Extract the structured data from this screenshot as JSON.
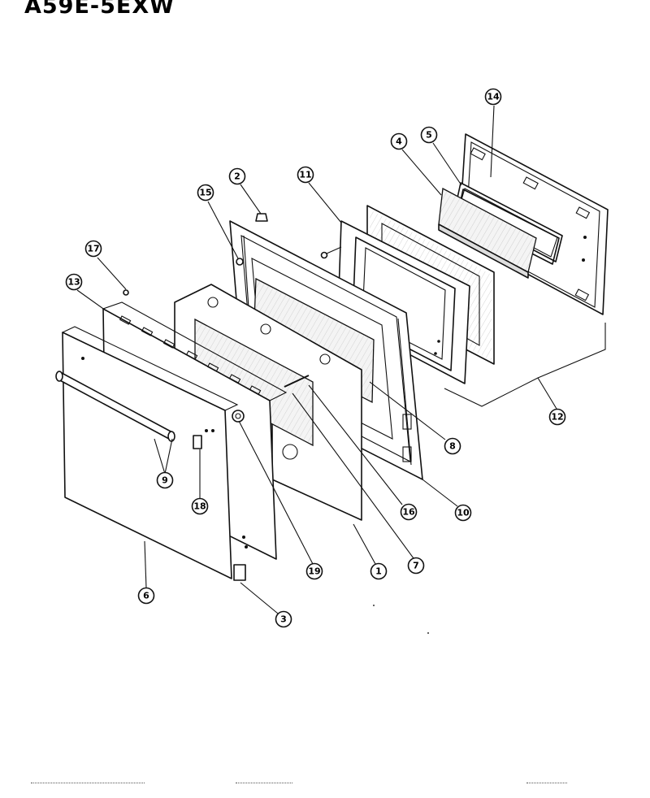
{
  "header": {
    "model_title": "A59E-5EXW"
  },
  "callouts": {
    "c1": "1",
    "c2": "2",
    "c3": "3",
    "c4": "4",
    "c5": "5",
    "c6": "6",
    "c7": "7",
    "c8": "8",
    "c9": "9",
    "c10": "10",
    "c11": "11",
    "c12": "12",
    "c13": "13",
    "c14": "14",
    "c15": "15",
    "c16": "16",
    "c17": "17",
    "c18": "18",
    "c19": "19"
  }
}
